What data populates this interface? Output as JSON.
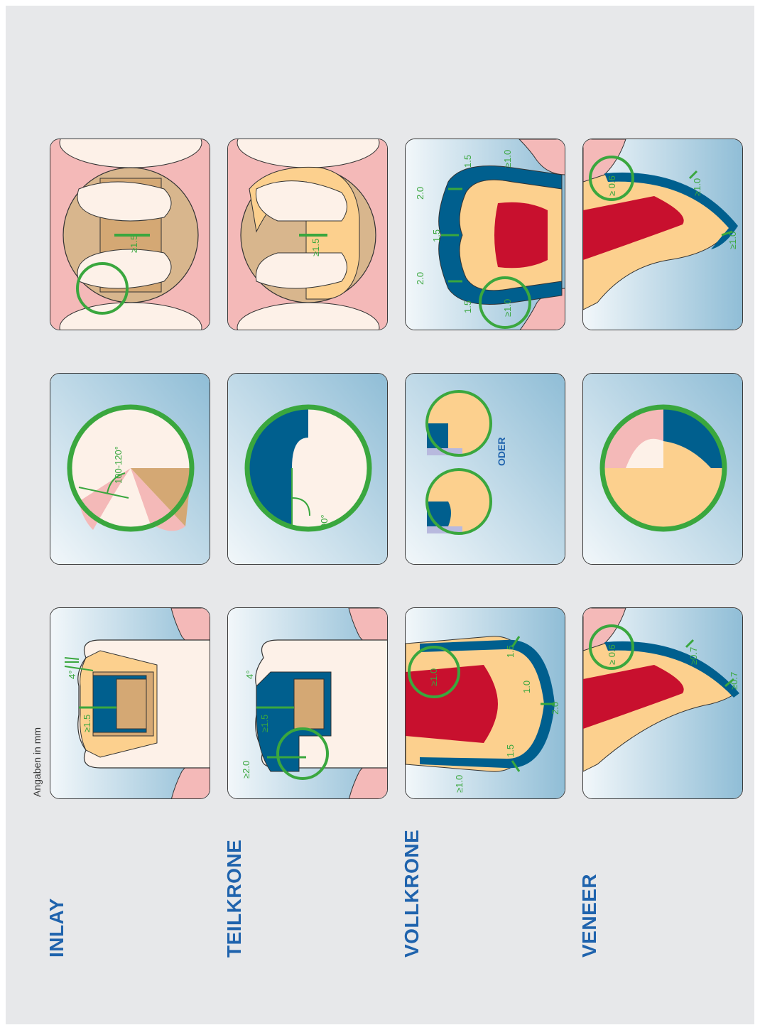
{
  "page": {
    "units_note": "Angaben in mm",
    "colors": {
      "gum": "#f4b9b8",
      "tooth": "#fdf1e8",
      "dentin": "#fcd08e",
      "pulp": "#c8102e",
      "restoration": "#005f8e",
      "cavity": "#d4a874",
      "accent": "#3aa73e",
      "title": "#1f63ad"
    }
  },
  "rows": [
    {
      "label": "INLAY",
      "panels": [
        {
          "icon": "inlay-cavity-section",
          "measurements": [
            "4°",
            "≥1.5"
          ]
        },
        {
          "icon": "inlay-margin-angle-detail",
          "measurements": [
            "100-120°"
          ]
        },
        {
          "icon": "inlay-occlusal-view",
          "measurements": [
            "≥1.5"
          ]
        }
      ]
    },
    {
      "label": "TEILKRONE",
      "panels": [
        {
          "icon": "partial-crown-section",
          "measurements": [
            "4°",
            "≥1.5",
            "≥2.0"
          ]
        },
        {
          "icon": "partial-crown-shoulder-detail",
          "measurements": [
            "90°"
          ]
        },
        {
          "icon": "partial-crown-occlusal-view",
          "measurements": [
            "≥1.5"
          ]
        }
      ]
    },
    {
      "label": "VOLLKRONE",
      "panels": [
        {
          "icon": "full-crown-section",
          "measurements": [
            "≥1.0",
            "1.5",
            "1.0",
            "2.0",
            "1.5",
            "≥1.0"
          ]
        },
        {
          "icon": "full-crown-margin-options",
          "measurements": [
            "ODER"
          ]
        },
        {
          "icon": "full-crown-molar-section",
          "measurements": [
            "1.5",
            "≥1.0",
            "2.0",
            "1.5",
            "2.0",
            "1.5",
            "≥1.0"
          ]
        }
      ]
    },
    {
      "label": "VENEER",
      "panels": [
        {
          "icon": "veneer-section",
          "measurements": [
            "≥ 0.6",
            "≥0.7",
            "≥0.7"
          ]
        },
        {
          "icon": "veneer-margin-detail",
          "measurements": []
        },
        {
          "icon": "veneer-incisal-overlap-section",
          "measurements": [
            "≥ 0.6",
            "≥1.0",
            "≥1.0"
          ]
        }
      ]
    }
  ]
}
